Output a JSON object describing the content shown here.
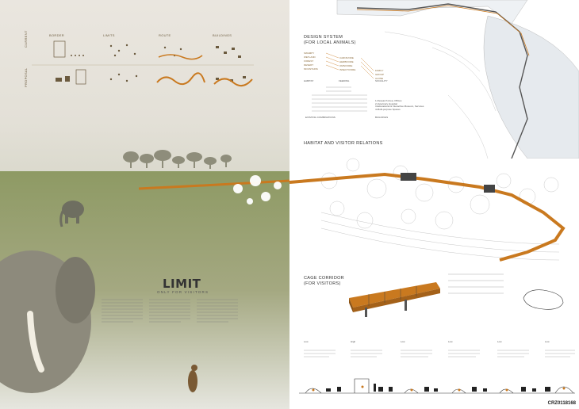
{
  "left": {
    "columns": [
      "BORDER",
      "LIMITS",
      "ROUTE",
      "BUILDINGS"
    ],
    "rows": [
      "CURRENT",
      "PROPOSAL"
    ],
    "title": "LIMIT",
    "subtitle": "ONLY FOR VISITORS"
  },
  "right": {
    "design_system_title": "DESIGN SYSTEM",
    "design_system_sub": "(FOR LOCAL ANIMALS)",
    "habitat_label": "HABITAT",
    "feeding_label": "FEEDING",
    "sociality_label": "SOCIALITY",
    "existing_label": "EXISTING COMBINATIONS",
    "buildings_label": "BUILDINGS",
    "buildings_list": [
      "1-Research Area, Offices",
      "2-Veterinary Hospital",
      "3-Educational & Interactive Museum, Services",
      "4-Multi-purpose Spaces"
    ],
    "habitat_section": "HABITAT AND VISITOR RELATIONS",
    "cage_title": "CAGE CORRIDOR",
    "cage_sub": "(FOR VISITORS)",
    "protection_levels": [
      "Low",
      "High",
      "Low",
      "Low",
      "Low",
      "Low"
    ],
    "code": "CRZ0118168"
  },
  "colors": {
    "accent": "#c9791f",
    "text": "#333333"
  }
}
